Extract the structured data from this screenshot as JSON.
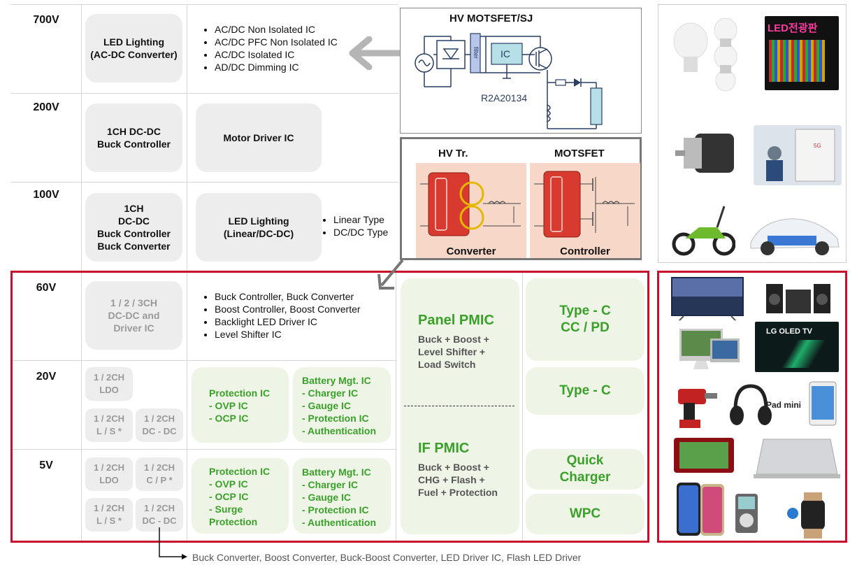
{
  "voltages": [
    "700V",
    "200V",
    "100V",
    "60V",
    "20V",
    "5V"
  ],
  "row700": {
    "block": "LED Lighting\n(AC-DC Converter)",
    "bullets": [
      "AC/DC Non Isolated IC",
      "AC/DC PFC Non Isolated IC",
      "AC/DC Isolated IC",
      "AD/DC Dimming IC"
    ]
  },
  "row200": {
    "block1": "1CH DC-DC\nBuck Controller",
    "block2": "Motor Driver IC"
  },
  "row100": {
    "block1": "1CH\nDC-DC\nBuck Controller\nBuck Converter",
    "block2": "LED Lighting\n(Linear/DC-DC)",
    "bullets": [
      "Linear Type",
      "DC/DC Type"
    ]
  },
  "row60": {
    "block": "1 / 2 / 3CH\nDC-DC and\nDriver IC",
    "bullets": [
      "Buck Controller, Buck Converter",
      "Boost Controller, Boost Converter",
      "Backlight LED Driver IC",
      "Level Shifter IC"
    ]
  },
  "row20": {
    "ldo": "1 / 2CH\nLDO",
    "ls": "1 / 2CH\nL / S *",
    "dcdc": "1 / 2CH\nDC - DC",
    "protection": "Protection IC\n- OVP IC\n- OCP IC",
    "battery": "Battery Mgt. IC\n- Charger IC\n- Gauge IC\n- Protection IC\n- Authentication"
  },
  "row5": {
    "ldo": "1 / 2CH\nLDO",
    "cp": "1 / 2CH\nC / P *",
    "ls": "1 / 2CH\nL / S *",
    "dcdc": "1 / 2CH\nDC - DC",
    "protection": "Protection IC\n- OVP IC\n- OCP IC\n- Surge\n  Protection",
    "battery": "Battery Mgt. IC\n- Charger IC\n- Gauge IC\n- Protection IC\n- Authentication"
  },
  "pmic": {
    "panel_title": "Panel PMIC",
    "panel_desc": "Buck + Boost +\nLevel Shifter +\nLoad Switch",
    "if_title": "IF PMIC",
    "if_desc": "Buck + Boost +\nCHG + Flash +\nFuel  + Protection"
  },
  "right_col": {
    "typec_ccpd": "Type - C\nCC / PD",
    "typec": "Type - C",
    "quick": "Quick\nCharger",
    "wpc": "WPC"
  },
  "schematic": {
    "title": "HV MOTSFET/SJ",
    "filter": "filter",
    "ic": "IC",
    "part": "R2A20134"
  },
  "compare": {
    "left_title": "HV Tr.",
    "right_title": "MOTSFET",
    "left_label": "Converter",
    "right_label": "Controller"
  },
  "photos": {
    "led_sign": "LED전광판",
    "lg_oled": "LG OLED TV",
    "pad_mini": "Pad mini"
  },
  "footnote": "Buck Converter, Boost Converter, Buck-Boost Converter, LED Driver IC, Flash LED Driver",
  "colors": {
    "red": "#c8102e",
    "green": "#3aa02a",
    "greenbg": "#eef5e6",
    "grey": "#ededed"
  }
}
